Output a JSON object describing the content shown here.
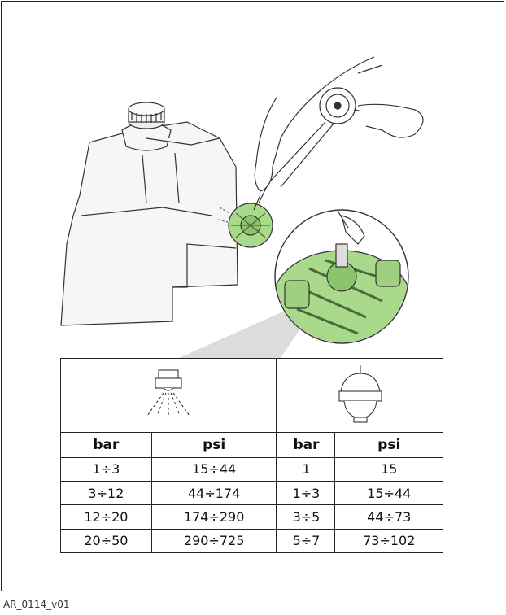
{
  "figure_code": "AR_0114_v01",
  "icons": {
    "left": "spray-nozzle-icon",
    "right": "pressure-accumulator-icon"
  },
  "colors": {
    "pump_green": "#a9d98a",
    "outline": "#222222"
  },
  "table": {
    "left_headers": [
      "bar",
      "psi"
    ],
    "right_headers": [
      "bar",
      "psi"
    ],
    "rows": [
      {
        "left_bar": "1÷3",
        "left_psi": "15÷44",
        "right_bar": "1",
        "right_psi": "15"
      },
      {
        "left_bar": "3÷12",
        "left_psi": "44÷174",
        "right_bar": "1÷3",
        "right_psi": "15÷44"
      },
      {
        "left_bar": "12÷20",
        "left_psi": "174÷290",
        "right_bar": "3÷5",
        "right_psi": "44÷73"
      },
      {
        "left_bar": "20÷50",
        "left_psi": "290÷725",
        "right_bar": "5÷7",
        "right_psi": "73÷102"
      }
    ]
  }
}
